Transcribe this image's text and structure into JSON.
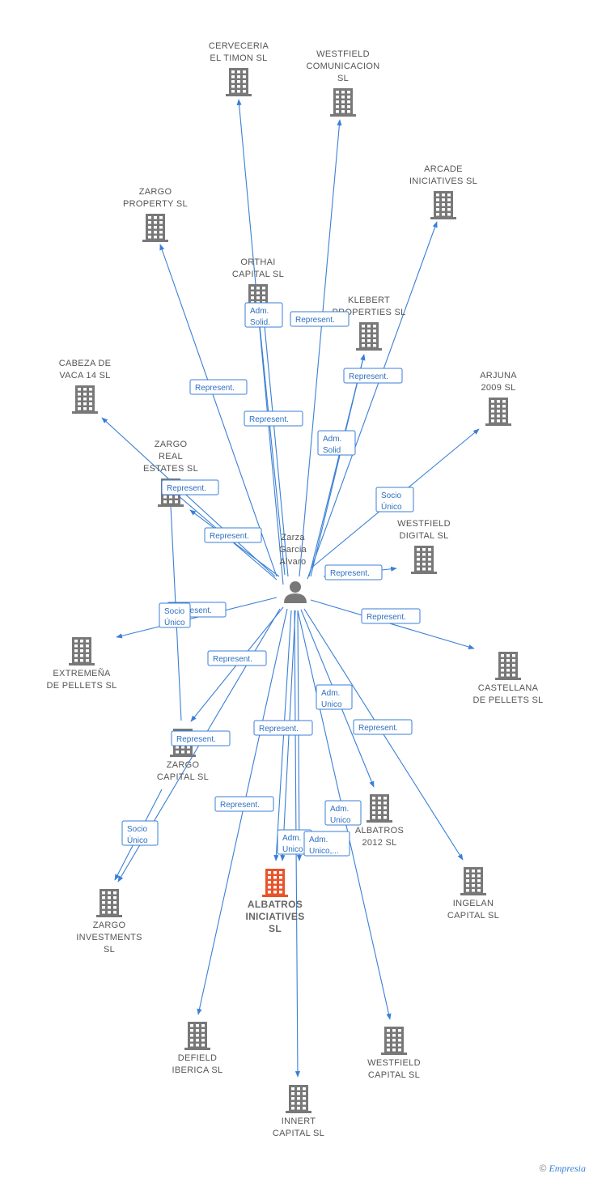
{
  "center": {
    "name": "Zarza Garcia Alvaro",
    "lines": [
      "Zarza",
      "Garcia",
      "Alvaro"
    ],
    "icon": "person-icon"
  },
  "colors": {
    "node": "#787878",
    "main_node": "#e8542a",
    "edge": "#3a7fd5"
  },
  "nodes": [
    {
      "id": "cerveceria",
      "lines": [
        "CERVECERIA",
        "EL TIMON SL"
      ],
      "icon": "building-icon"
    },
    {
      "id": "westfield_com",
      "lines": [
        "WESTFIELD",
        "COMUNICACION",
        "SL"
      ],
      "icon": "building-icon"
    },
    {
      "id": "arcade",
      "lines": [
        "ARCADE",
        "INICIATIVES SL"
      ],
      "icon": "building-icon"
    },
    {
      "id": "zargo_property",
      "lines": [
        "ZARGO",
        "PROPERTY SL"
      ],
      "icon": "building-icon"
    },
    {
      "id": "orthai",
      "lines": [
        "ORTHAI",
        "CAPITAL SL"
      ],
      "icon": "building-icon"
    },
    {
      "id": "klebert",
      "lines": [
        "KLEBERT",
        "PROPERTIES SL"
      ],
      "icon": "building-icon"
    },
    {
      "id": "cabeza",
      "lines": [
        "CABEZA DE",
        "VACA 14 SL"
      ],
      "icon": "building-icon"
    },
    {
      "id": "arjuna",
      "lines": [
        "ARJUNA",
        "2009 SL"
      ],
      "icon": "building-icon"
    },
    {
      "id": "zargo_real",
      "lines": [
        "ZARGO",
        "REAL",
        "ESTATES SL"
      ],
      "icon": "building-icon"
    },
    {
      "id": "westfield_digital",
      "lines": [
        "WESTFIELD",
        "DIGITAL SL"
      ],
      "icon": "building-icon"
    },
    {
      "id": "extremena",
      "lines": [
        "EXTREMEÑA",
        "DE PELLETS SL"
      ],
      "icon": "building-icon"
    },
    {
      "id": "castellana",
      "lines": [
        "CASTELLANA",
        "DE PELLETS SL"
      ],
      "icon": "building-icon"
    },
    {
      "id": "zargo_capital",
      "lines": [
        "ZARGO",
        "CAPITAL SL"
      ],
      "icon": "building-icon"
    },
    {
      "id": "albatros2012",
      "lines": [
        "ALBATROS",
        "2012 SL"
      ],
      "icon": "building-icon"
    },
    {
      "id": "albatros_iniciatives",
      "lines": [
        "ALBATROS",
        "INICIATIVES",
        "SL"
      ],
      "icon": "building-icon",
      "main": true
    },
    {
      "id": "ingelan",
      "lines": [
        "INGELAN",
        "CAPITAL SL"
      ],
      "icon": "building-icon"
    },
    {
      "id": "zargo_investments",
      "lines": [
        "ZARGO",
        "INVESTMENTS",
        "SL"
      ],
      "icon": "building-icon"
    },
    {
      "id": "defield",
      "lines": [
        "DEFIELD",
        "IBERICA SL"
      ],
      "icon": "building-icon"
    },
    {
      "id": "westfield_capital",
      "lines": [
        "WESTFIELD",
        "CAPITAL SL"
      ],
      "icon": "building-icon"
    },
    {
      "id": "innert",
      "lines": [
        "INNERT",
        "CAPITAL SL"
      ],
      "icon": "building-icon"
    }
  ],
  "edges": [
    {
      "to": "cerveceria",
      "lines": [
        "Represent."
      ]
    },
    {
      "to": "westfield_com",
      "lines": [
        "Represent."
      ]
    },
    {
      "to": "arcade",
      "lines": [
        "Represent."
      ]
    },
    {
      "to": "zargo_property",
      "lines": [
        "Represent."
      ]
    },
    {
      "to": "orthai",
      "lines": [
        "Adm.",
        "Solid."
      ]
    },
    {
      "to": "orthai",
      "lines": [
        "Represent."
      ]
    },
    {
      "to": "klebert",
      "lines": [
        "Represent."
      ]
    },
    {
      "to": "klebert",
      "lines": [
        "Adm.",
        "Solid"
      ]
    },
    {
      "to": "cabeza",
      "lines": [
        "Represent."
      ]
    },
    {
      "to": "arjuna",
      "lines": [
        "Socio",
        "Único"
      ]
    },
    {
      "to": "zargo_real",
      "lines": [
        "Represent."
      ]
    },
    {
      "to": "zargo_real",
      "lines": [
        "Represent."
      ]
    },
    {
      "to": "westfield_digital",
      "lines": [
        "Represent."
      ]
    },
    {
      "to": "extremena",
      "lines": [
        "Represent."
      ]
    },
    {
      "to": "castellana",
      "lines": [
        "Represent."
      ]
    },
    {
      "to": "zargo_capital",
      "lines": [
        "Represent."
      ]
    },
    {
      "to": "zargo_capital",
      "lines": [
        "Socio",
        "Único"
      ]
    },
    {
      "to": "albatros2012",
      "lines": [
        "Adm.",
        "Unico"
      ]
    },
    {
      "to": "albatros_iniciatives",
      "lines": [
        "Represent."
      ]
    },
    {
      "to": "albatros_iniciatives",
      "lines": [
        "Adm.",
        "Unico"
      ]
    },
    {
      "to": "albatros_iniciatives",
      "lines": [
        "Adm.",
        "Unico,..."
      ]
    },
    {
      "to": "ingelan",
      "lines": [
        "Represent."
      ]
    },
    {
      "to": "zargo_investments",
      "lines": [
        "Represent."
      ]
    },
    {
      "to": "zargo_investments",
      "lines": [
        "Socio",
        "Único"
      ]
    },
    {
      "to": "defield",
      "lines": [
        "Represent."
      ]
    },
    {
      "to": "westfield_capital",
      "lines": [
        "Adm.",
        "Unico"
      ]
    },
    {
      "to": "innert",
      "lines": [
        "Represent."
      ]
    }
  ],
  "footer": {
    "copyright": "©",
    "brand": "Empresia"
  }
}
